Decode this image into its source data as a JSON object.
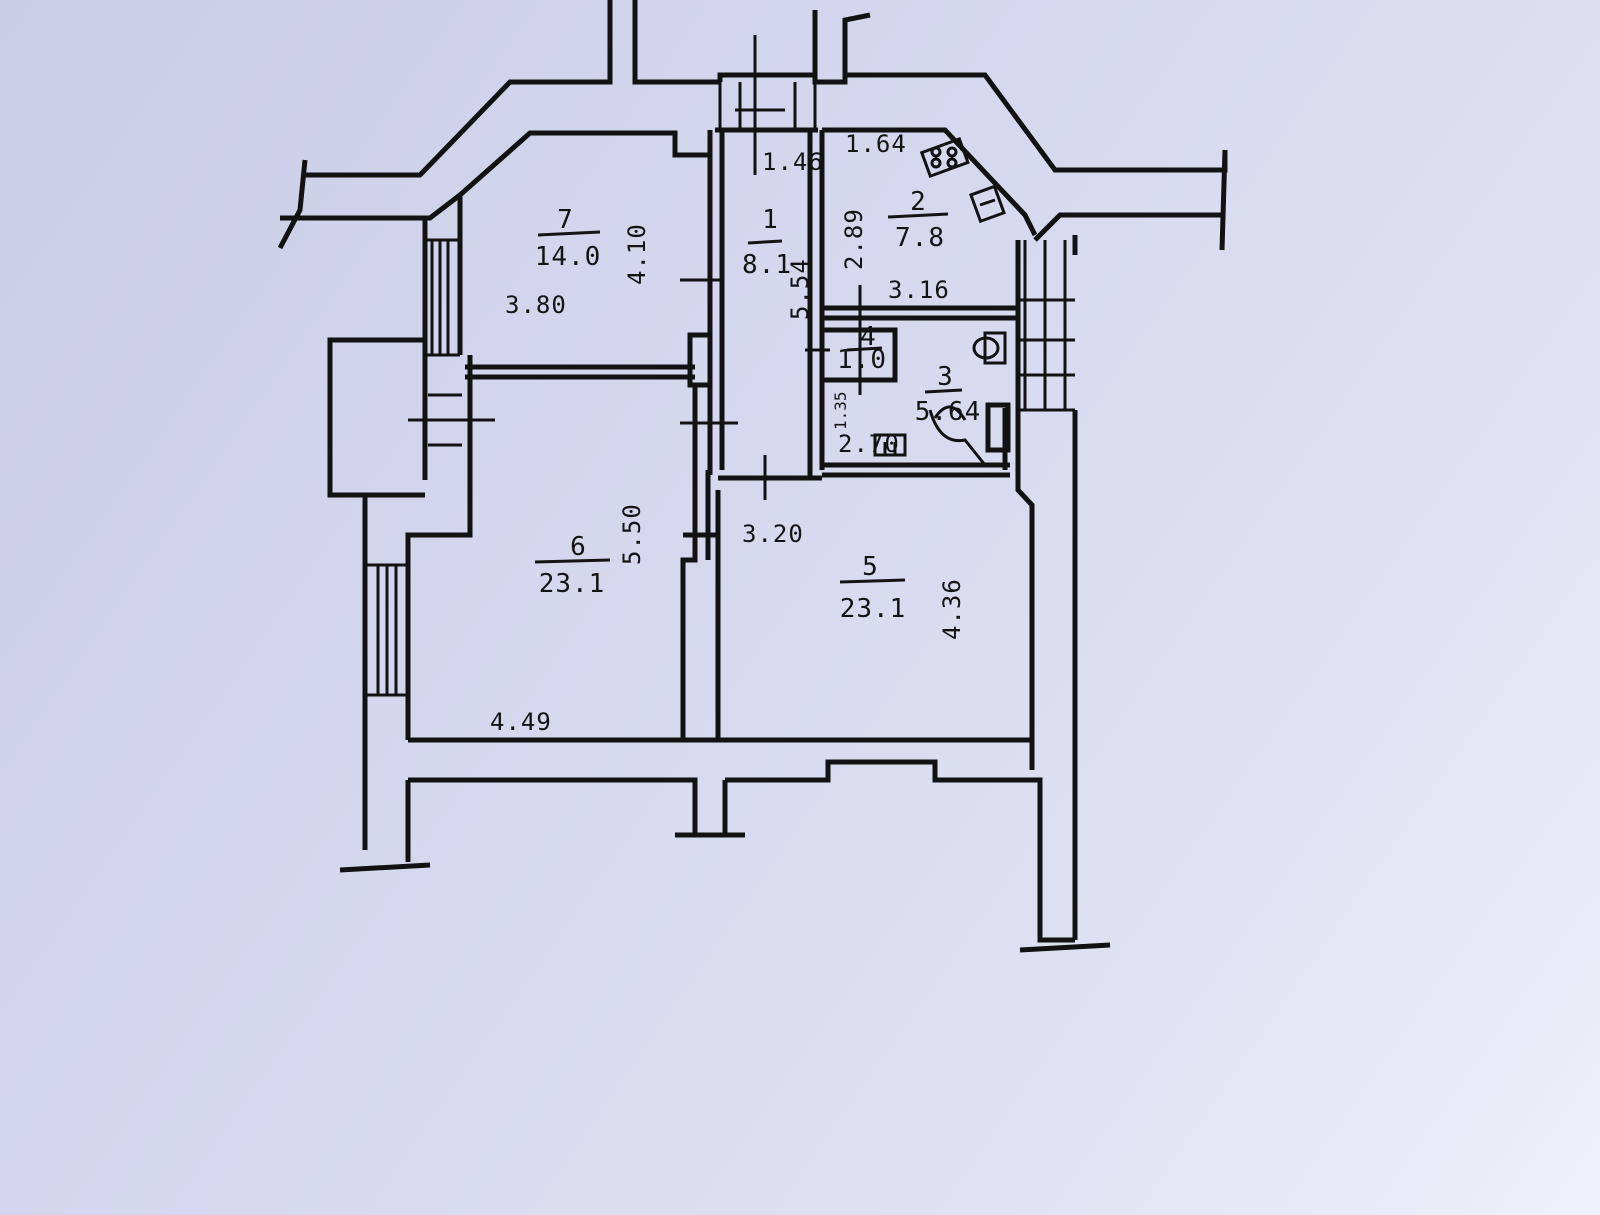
{
  "rooms": [
    {
      "id": "1",
      "number": "1",
      "area": "8.1"
    },
    {
      "id": "2",
      "number": "2",
      "area": "7.8"
    },
    {
      "id": "3",
      "number": "3",
      "area": "5.64"
    },
    {
      "id": "4",
      "number": "4",
      "area": "1.0"
    },
    {
      "id": "5",
      "number": "5",
      "area": "23.1"
    },
    {
      "id": "6",
      "number": "6",
      "area": "23.1"
    },
    {
      "id": "7",
      "number": "7",
      "area": "14.0"
    }
  ],
  "dimensions": {
    "d_146": "1.46",
    "d_164": "1.64",
    "d_289": "2.89",
    "d_316": "3.16",
    "d_554": "5.54",
    "d_410": "4.10",
    "d_380": "3.80",
    "d_550": "5.50",
    "d_449": "4.49",
    "d_320": "3.20",
    "d_436": "4.36",
    "d_135": "1.35",
    "d_270": "2.70"
  },
  "icons": {
    "stove": "stove-icon",
    "sink": "sink-icon",
    "toilet": "toilet-icon",
    "bathtub": "bathtub-icon"
  },
  "colors": {
    "paper": "#d6d9ee",
    "ink": "#121212"
  }
}
